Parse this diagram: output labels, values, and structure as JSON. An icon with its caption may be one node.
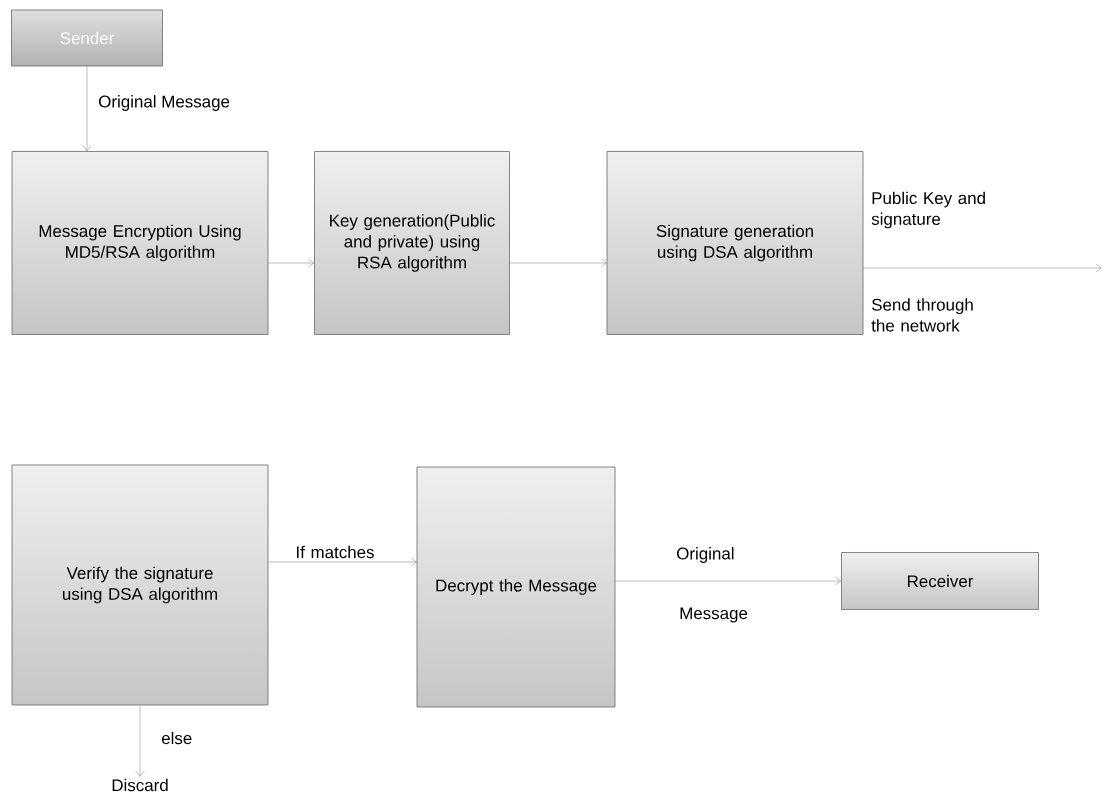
{
  "diagram": {
    "nodes": [
      {
        "text": [
          "Sender"
        ]
      },
      {
        "text": [
          "Message Encryption Using MD5/RSA algorithm"
        ]
      },
      {
        "text": [
          "Key generation(Public and private) using RSA algorithm"
        ]
      },
      {
        "text": [
          "Signature generation using DSA algorithm"
        ]
      },
      {
        "text": [
          "Verify the signature using DSA algorithm"
        ]
      },
      {
        "text": [
          "Decrypt the Message"
        ]
      },
      {
        "text": [
          "Receiver"
        ]
      },
      {
        "text": [
          "Discard"
        ]
      }
    ],
    "edges": [
      {
        "from": 0,
        "to": 1,
        "arrow": "to",
        "label": "Original Message"
      },
      {
        "from": 1,
        "to": 2,
        "arrow": "to"
      },
      {
        "from": 2,
        "to": 3,
        "arrow": "to"
      },
      {
        "from": 3,
        "to": null,
        "arrow": "to",
        "label": "Public Key and signature"
      },
      {
        "from": 4,
        "to": 5,
        "arrow": "to",
        "label": "If matches"
      },
      {
        "from": 5,
        "to": 6,
        "arrow": "to",
        "label": "Original"
      },
      {
        "from": 4,
        "to": 7,
        "arrow": "to",
        "label": "else"
      }
    ],
    "labels": [
      "Send through the network",
      "Message"
    ]
  }
}
